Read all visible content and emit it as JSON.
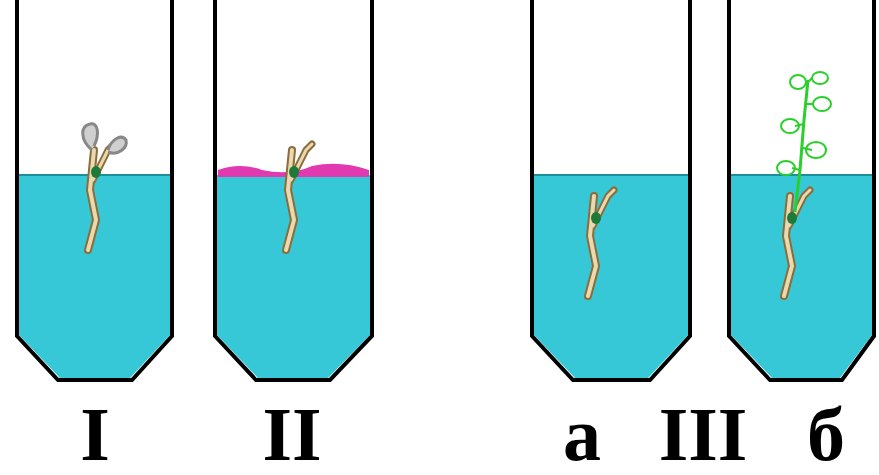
{
  "diagram": {
    "labels": [
      "I",
      "II",
      "а",
      "III",
      "б"
    ]
  }
}
